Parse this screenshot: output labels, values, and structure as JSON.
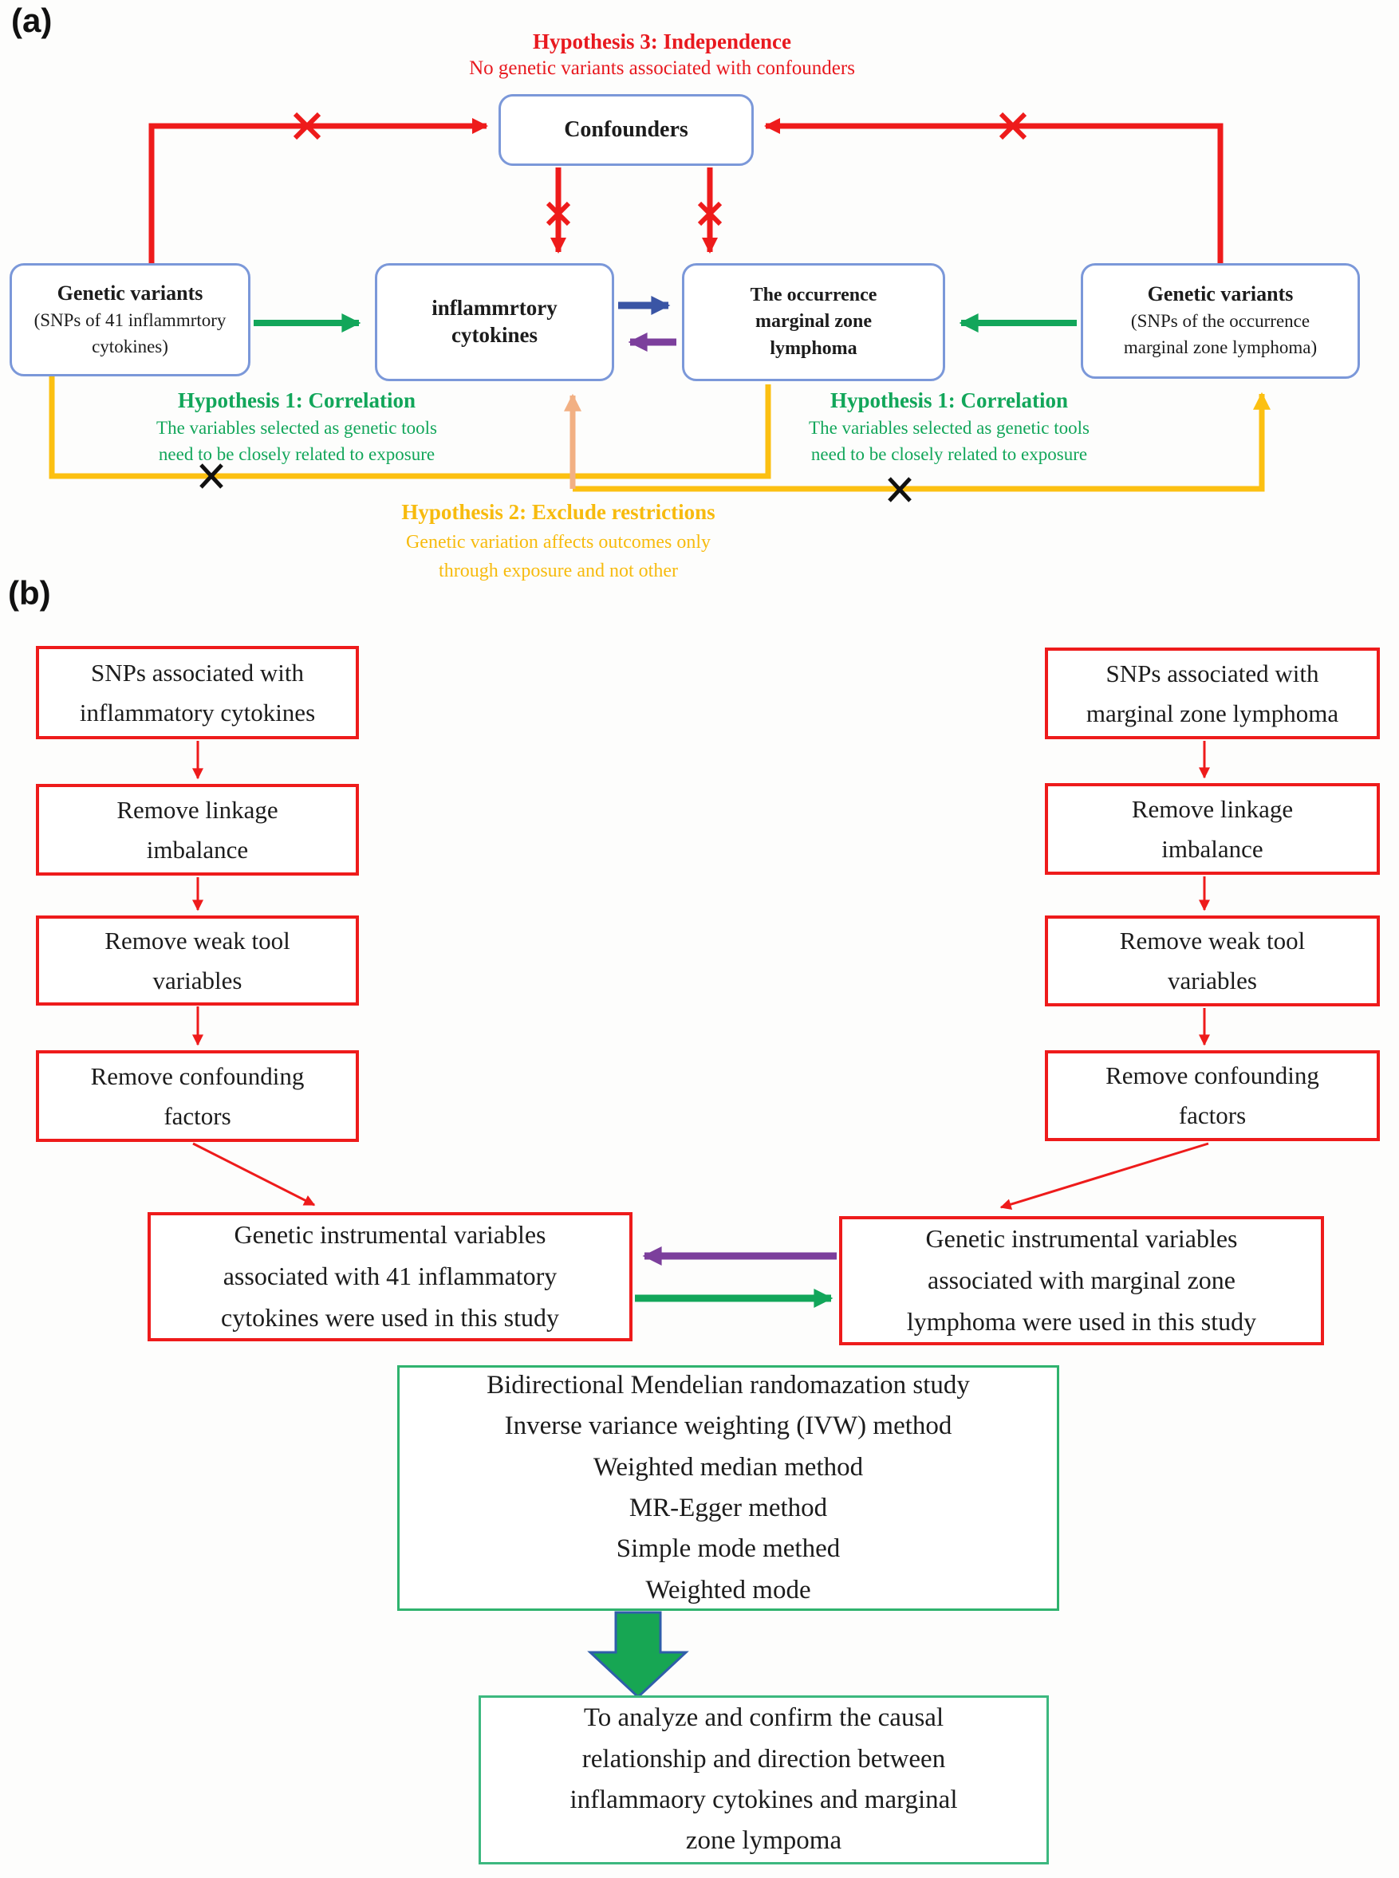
{
  "colors": {
    "red": "#ee1b1b",
    "green": "#12a65a",
    "yellow": "#fcc011",
    "purple": "#7c3f9c",
    "blue": "#3a55a5",
    "peach": "#f2b083",
    "blue_box_border": "#7b98d9",
    "green_box_border": "#2fb36e",
    "black_x": "#111111"
  },
  "panel_a": {
    "label": "(a)",
    "hypothesis3": {
      "title": "Hypothesis 3: Independence",
      "subtitle": "No genetic variants associated with confounders"
    },
    "confounders_box": "Confounders",
    "left_variants_box": {
      "title": "Genetic variants",
      "line2": "(SNPs of 41  inflammrtory",
      "line3": "cytokines)"
    },
    "cytokines_box": {
      "line1": "inflammrtory",
      "line2": "cytokines"
    },
    "lymphoma_box": {
      "line1": "The occurrence",
      "line2": "marginal zone",
      "line3": "lymphoma"
    },
    "right_variants_box": {
      "title": "Genetic variants",
      "line2": "(SNPs of the occurrence",
      "line3": "marginal zone lymphoma)"
    },
    "hypothesis1_left": {
      "title": "Hypothesis 1: Correlation",
      "line1": "The variables selected as genetic tools",
      "line2": "need to be closely related to exposure"
    },
    "hypothesis1_right": {
      "title": "Hypothesis 1: Correlation",
      "line1": "The variables selected as genetic tools",
      "line2": "need to be closely related to exposure"
    },
    "hypothesis2": {
      "title": "Hypothesis 2: Exclude restrictions",
      "line1": "Genetic variation affects outcomes only",
      "line2": "through exposure and not  other"
    }
  },
  "panel_b": {
    "label": "(b)",
    "left_column": [
      {
        "line1": "SNPs associated with",
        "line2": "inflammatory cytokines"
      },
      {
        "line1": "Remove linkage",
        "line2": "imbalance"
      },
      {
        "line1": "Remove weak tool",
        "line2": "variables"
      },
      {
        "line1": "Remove confounding",
        "line2": "factors"
      }
    ],
    "right_column": [
      {
        "line1": "SNPs associated with",
        "line2": "marginal zone lymphoma"
      },
      {
        "line1": "Remove linkage",
        "line2": "imbalance"
      },
      {
        "line1": "Remove weak tool",
        "line2": "variables"
      },
      {
        "line1": "Remove confounding",
        "line2": "factors"
      }
    ],
    "left_result_box": {
      "line1": "Genetic instrumental variables",
      "line2": "associated with 41 inflammatory",
      "line3": "cytokines were used in this study"
    },
    "right_result_box": {
      "line1": "Genetic instrumental variables",
      "line2": "associated with marginal zone",
      "line3": "lymphoma were used in this study"
    },
    "methods_box": {
      "line1": "Bidirectional Mendelian randomazation study",
      "line2": "Inverse variance weighting (IVW) method",
      "line3": "Weighted median method",
      "line4": "MR-Egger method",
      "line5": "Simple mode methed",
      "line6": "Weighted mode"
    },
    "conclusion_box": {
      "line1": "To  analyze and confirm the causal",
      "line2": "relationship and direction between",
      "line3": "inflammaory cytokines and marginal",
      "line4": "zone lympoma"
    }
  }
}
